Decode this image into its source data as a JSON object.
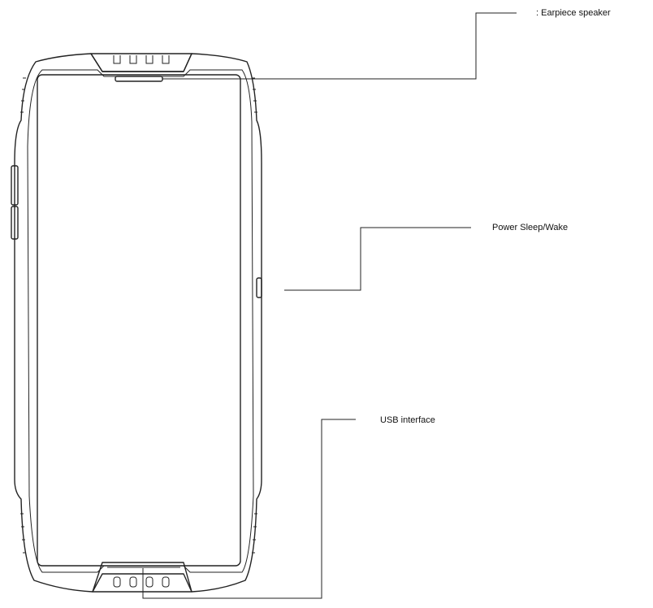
{
  "labels": {
    "earpiece": ": Earpiece speaker",
    "power": "Power Sleep/Wake",
    "usb": "USB interface"
  },
  "colors": {
    "line": "#222222",
    "background": "#ffffff"
  }
}
